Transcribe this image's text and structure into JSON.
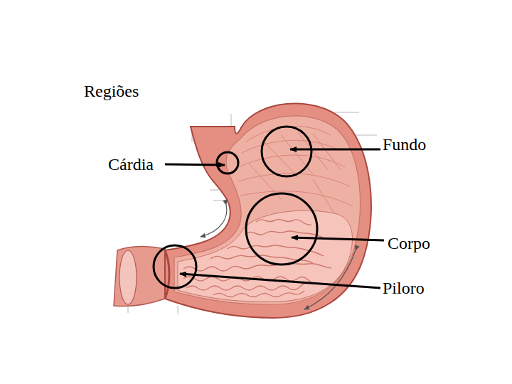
{
  "diagram": {
    "title": "Regiões",
    "labels": [
      "Cárdia",
      "Fundo",
      "Corpo",
      "Piloro"
    ]
  }
}
